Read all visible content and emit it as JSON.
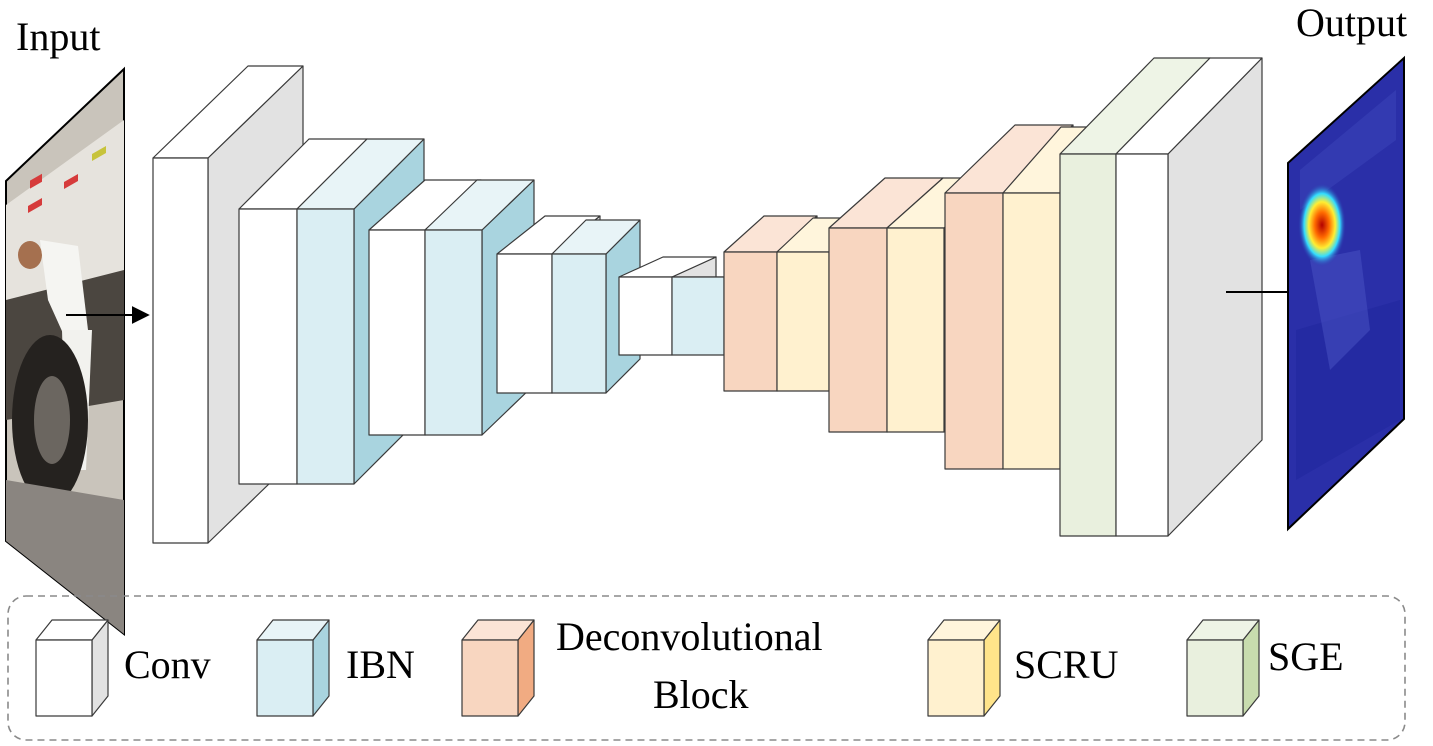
{
  "diagram": {
    "input_label": "Input",
    "output_label": "Output"
  },
  "legend": {
    "items": [
      {
        "key": "conv",
        "lines": [
          "Conv"
        ]
      },
      {
        "key": "ibn",
        "lines": [
          "IBN"
        ]
      },
      {
        "key": "deconv",
        "lines": [
          "Deconvolutional",
          "Block"
        ]
      },
      {
        "key": "scru",
        "lines": [
          "SCRU"
        ]
      },
      {
        "key": "sge",
        "lines": [
          "SGE"
        ]
      }
    ]
  },
  "colors": {
    "conv": {
      "front": "#ffffff",
      "top": "#ffffff",
      "side": "#e2e2e2"
    },
    "ibn": {
      "front": "#daeef3",
      "top": "#e8f4f7",
      "side": "#a9d4df"
    },
    "deconv": {
      "front": "#f8d6c0",
      "top": "#fbe4d6",
      "side": "#f1ab82"
    },
    "scru": {
      "front": "#fff1cf",
      "top": "#fff5dc",
      "side": "#ffe48a"
    },
    "sge": {
      "front": "#e9f0de",
      "top": "#eef4e6",
      "side": "#c8dcae"
    },
    "stroke": "#3a3a3a",
    "heatmap_base": "#2a2fa8"
  },
  "icons": {
    "input_image": "person-by-truck-photo",
    "output_image": "heatmap-overlay"
  }
}
